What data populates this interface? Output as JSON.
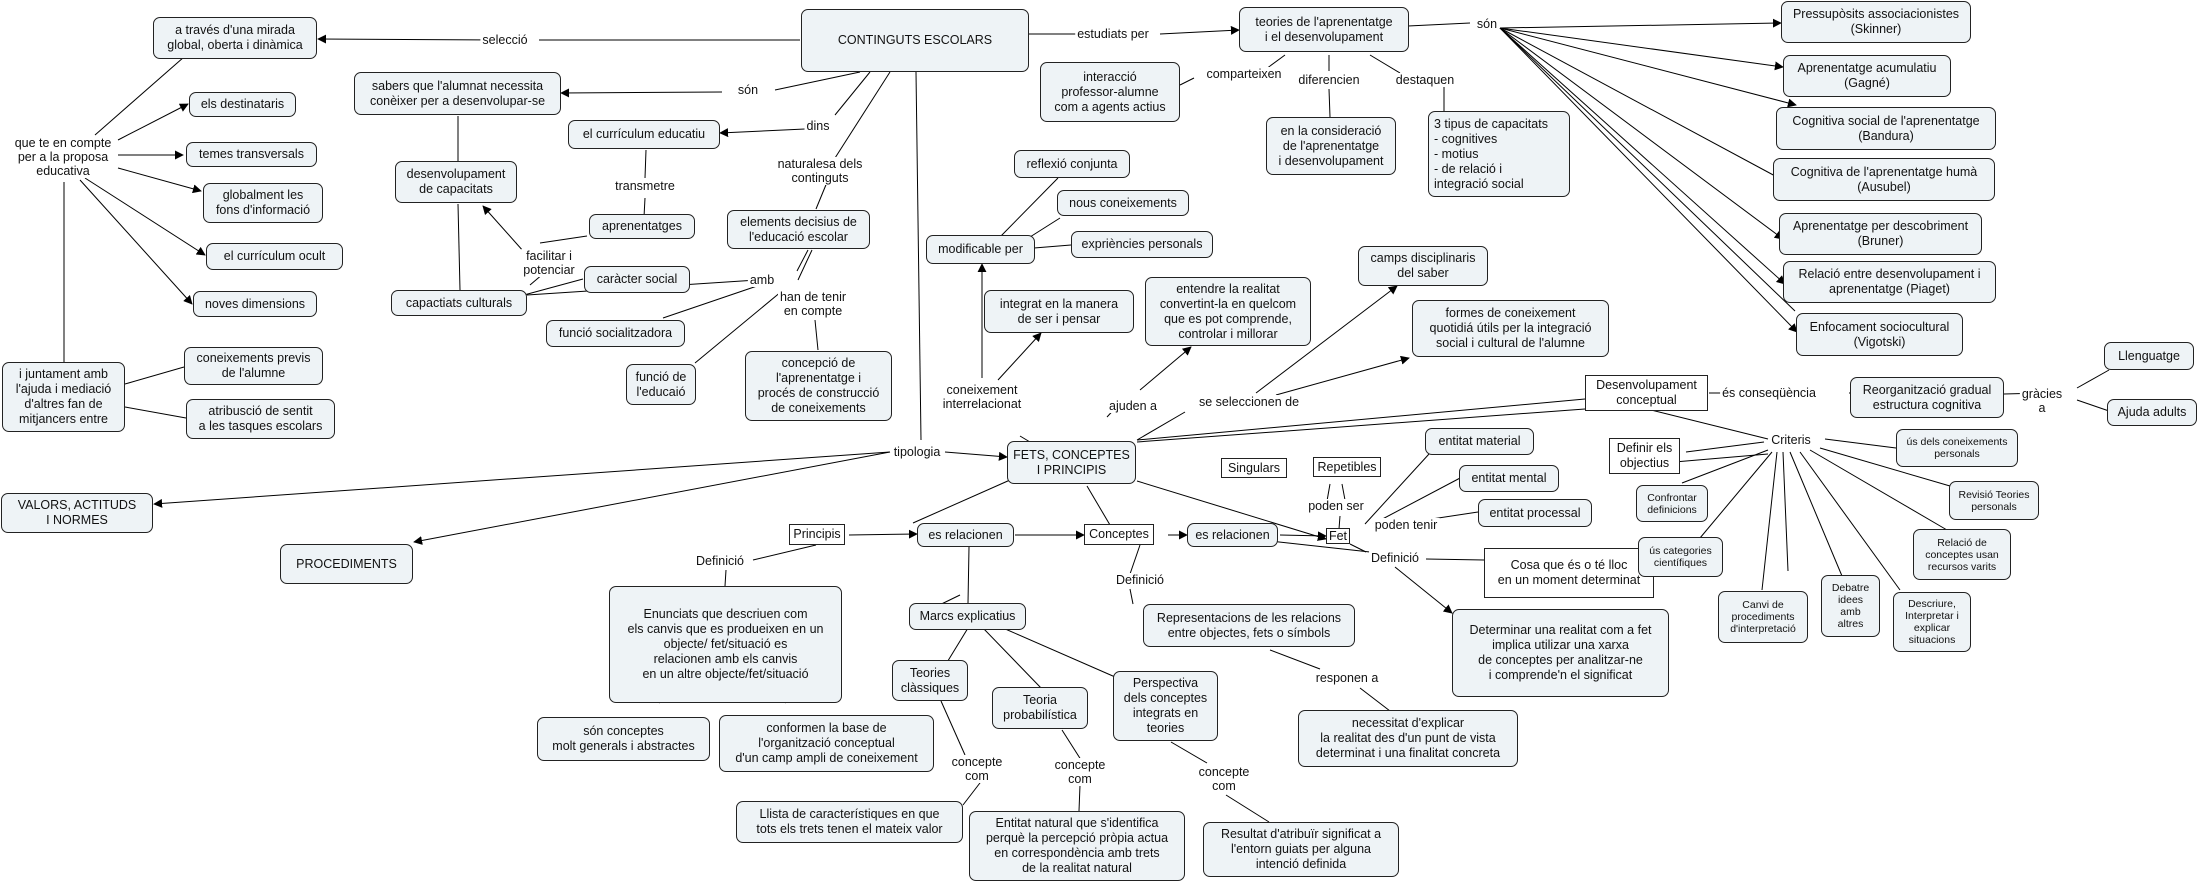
{
  "nodes": {
    "continguts": "CONTINGUTS ESCOLARS",
    "mirada": "a través d'una mirada\nglobal, oberta i dinàmica",
    "que_te": "que te en compte\nper a la proposa\neducativa",
    "destinataris": "els destinataris",
    "transversals": "temes transversals",
    "globalment": "globalment les\nfons d'informació",
    "ocult": "el currículum ocult",
    "noves": "noves dimensions",
    "juntament": "i juntament amb\nl'ajuda i mediació\nd'altres fan de\nmitjancers entre",
    "previs": "coneixements previs\nde l'alumne",
    "sentit": "atribusció de sentit\na les tasques escolars",
    "sabers": "sabers que l'alumnat necessita\nconèixer per a desenvolupar-se",
    "desenv_cap": "desenvolupament\nde capacitats",
    "curriculum": "el currículum educatiu",
    "aprenentatges": "aprenentatges",
    "caracter": "caràcter social",
    "capacitats": "capactiats culturals",
    "funcio_soc": "funció socialitzadora",
    "elements": "elements decisius de\nl'educació escolar",
    "funcio_educ": "funció de\nl'educaió",
    "concepcio": "concepció de\nl'aprenentatge i\nprocés de construcció\nde coneixements",
    "teories": "teories de l'aprenentatge\ni el desenvolupament",
    "interaccio": "interacció\nprofessor-alumne\ncom a agents actius",
    "consideracio": "en la consideració\nde l'aprenentatge\ni desenvolupament",
    "tres_tipus": "3 tipus de capacitats\n- cognitives\n- motius\n- de relació i\n  integració social",
    "skinner": "Pressupòsits associacionistes\n(Skinner)",
    "gagne": "Aprenentatge acumulatiu\n(Gagné)",
    "bandura": "Cognitiva social de l'aprenentatge\n(Bandura)",
    "ausubel": "Cognitiva de l'aprenentatge humà\n(Ausubel)",
    "bruner": "Aprenentatge per descobriment\n(Bruner)",
    "piaget": "Relació entre desenvolupament i\naprenentatge (Piaget)",
    "vigotski": "Enfocament sociocultural\n(Vigotski)",
    "reflexio": "reflexió conjunta",
    "nous": "nous coneixements",
    "experiencies": "expriències personals",
    "modificable": "modificable per",
    "integrat": "integrat en la manera\nde ser i pensar",
    "entendre": "entendre la realitat\nconvertint-la en quelcom\nque es pot comprende,\ncontrolar i millorar",
    "camps": "camps disciplinaris\ndel saber",
    "formes": "formes de coneixement\nquotidiá útils per la integració\nsocial i cultural de l'alumne",
    "fets": "FETS, CONCEPTES\nI PRINCIPIS",
    "valors": "VALORS, ACTITUDS\nI NORMES",
    "procediments": "PROCEDIMENTS",
    "principis": "Principis",
    "conceptes": "Conceptes",
    "fet": "Fet",
    "singulars": "Singulars",
    "repetibles": "Repetibles",
    "material": "entitat material",
    "mental": "entitat mental",
    "processal": "entitat processal",
    "cosa": "Cosa que és o té lloc\nen un moment determinat",
    "determinar": "Determinar una realitat com a fet\nimplica utilizar una xarxa\nde conceptes per analitzar-ne\ni comprende'n el significat",
    "enunciats": "Enunciats que descriuen com\nels canvis que es produeixen en un\nobjecte/ fet/situació es\nrelacionen amb els canvis\nen un altre objecte/fet/situació",
    "molt_generals": "són conceptes\nmolt generals i abstractes",
    "conformen": "conformen la base de\nl'organització conceptual\nd'un camp ampli de coneixement",
    "marcs": "Marcs explicatius",
    "classiques": "Teories\nclàssiques",
    "probabilistica": "Teoria\nprobabilística",
    "perspectiva": "Perspectiva\ndels conceptes\nintegrats en\nteories",
    "llista": "Llista de característiques en que\ntots els trets tenen el mateix valor",
    "entitat_natural": "Entitat natural que s'identifica\nperquè la percepció pròpia actua\nen correspondència amb trets\nde la realitat natural",
    "resultat": "Resultat d'atribuïr significat a\nl'entorn guiats per alguna\nintenció definida",
    "representacions": "Representacions de les relacions\nentre objectes, fets o símbols",
    "necessitat": "necessitat d'explicar\nla realitat des d'un punt de vista\ndeterminat i una finalitat concreta",
    "desenv_conceptual": "Desenvolupament\nconceptual",
    "reorganitzacio": "Reorganització gradual\nestructura cognitiva",
    "llenguatge": "Llenguatge",
    "ajuda_adults": "Ajuda adults",
    "criteris": "Criteris",
    "definir": "Definir els\nobjectius",
    "us_coneixements": "ús dels coneixements\npersonals",
    "revisio": "Revisió Teories\npersonals",
    "relacio_conceptes": "Relació de\nconceptes usan\nrecursos varits",
    "descriure": "Descriure,\nInterpretar i\nexplicar\nsituacions",
    "debatre": "Debatre\nidees\namb\naltres",
    "canvi_proc": "Canvi de\nprocediments\nd'interpretació",
    "us_categories": "ús categories\ncientífiques",
    "confrontar": "Confrontar\ndefinicions"
  },
  "links": {
    "seleccio": "selecció",
    "estudiats": "estudiats per",
    "son_sabers": "són",
    "dins": "dins",
    "naturalesa": "naturalesa dels\ncontinguts",
    "transmetre": "transmetre",
    "facilitar": "facilitar i\npotenciar",
    "amb": "amb",
    "han_de_tenir": "han de tenir\nen compte",
    "comparteixen": "comparteixen",
    "diferencien": "diferencien",
    "destaquen": "destaquen",
    "son_teories": "són",
    "tipologia": "tipologia",
    "coneixement": "coneixement\ninterrelacionat",
    "ajuden": "ajuden a",
    "seleccionen": "se seleccionen de",
    "es_relacionen_1": "es relacionen",
    "es_relacionen_2": "es relacionen",
    "definicio_p": "Definició",
    "definicio_c": "Definició",
    "definicio_f": "Definició",
    "poden_ser": "poden ser",
    "poden_tenir": "poden tenir",
    "concepte_com_1": "concepte\ncom",
    "concepte_com_2": "concepte\ncom",
    "concepte_com_3": "concepte\ncom",
    "responen": "responen a",
    "consequencia": "és conseqüència",
    "gracies": "gràcies\na"
  }
}
